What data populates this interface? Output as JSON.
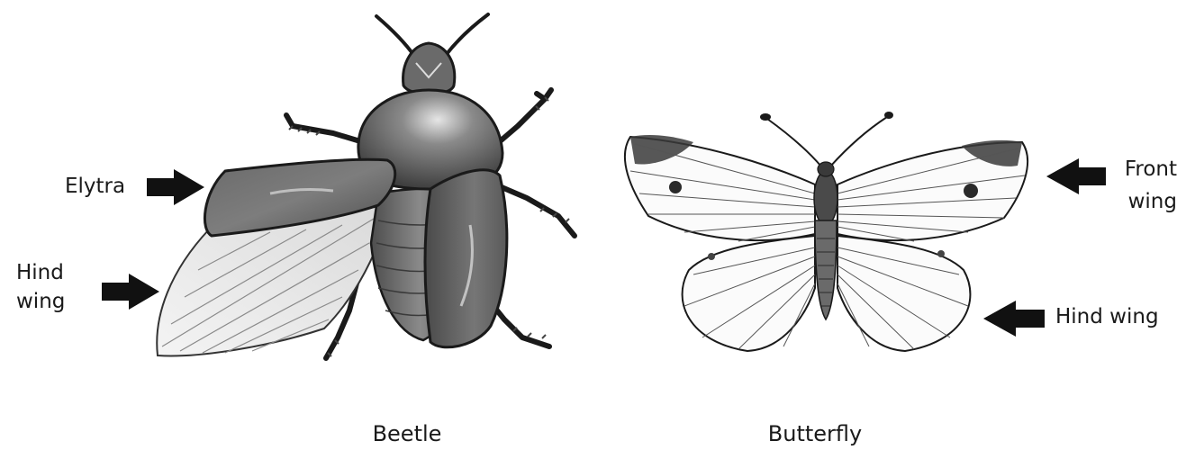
{
  "beetle": {
    "caption": "Beetle",
    "labels": {
      "elytra": "Elytra",
      "hind_wing_line1": "Hind",
      "hind_wing_line2": "wing"
    }
  },
  "butterfly": {
    "caption": "Butterfly",
    "labels": {
      "front_wing_line1": "Front",
      "front_wing_line2": "wing",
      "hind_wing": "Hind wing"
    }
  },
  "colors": {
    "ink": "#1a1a1a",
    "beetle_body": "#5e5e5e",
    "beetle_highlight": "#d8d8d8",
    "hind_wing_fill": "#efefef",
    "butterfly_wing": "#fbfbfb"
  }
}
